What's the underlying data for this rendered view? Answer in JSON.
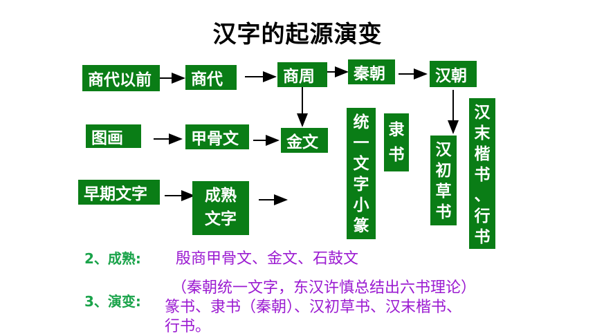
{
  "title": "汉字的起源演变",
  "boxes": {
    "shangdai_yiqian": "商代以前",
    "shangdai": "商代",
    "shangzhou": "商周",
    "qinchao": "秦朝",
    "hanchao": "汉朝",
    "tuhua": "图画",
    "jiaguwen": "甲骨文",
    "jinwen": "金文",
    "zaoqi_wenzi": "早期文字",
    "chengshu_1": "成熟",
    "chengshu_2": "文字",
    "tongyi": [
      "统",
      "一",
      "文",
      "字",
      "小",
      "篆"
    ],
    "lishu": [
      "隶",
      "书"
    ],
    "han_caoshu": [
      "汉",
      "初",
      "草",
      "书"
    ],
    "han_kaishu": [
      "汉",
      "末",
      "楷",
      "书",
      "、",
      "行",
      "书"
    ]
  },
  "notes": {
    "label_2": "2、成熟:",
    "text_2": "殷商甲骨文、金文、石鼓文",
    "label_3": "3、演变:",
    "text_3a": "（秦朝统一文字，东汉许慎总结出六书理论）",
    "text_3b": "篆书、隶书（秦朝）、汉初草书、汉末楷书、",
    "text_3c": "行书。"
  },
  "colors": {
    "box_green": "#0a7d16",
    "label_green": "#1aa34a",
    "text_purple": "#9b1bd1"
  }
}
